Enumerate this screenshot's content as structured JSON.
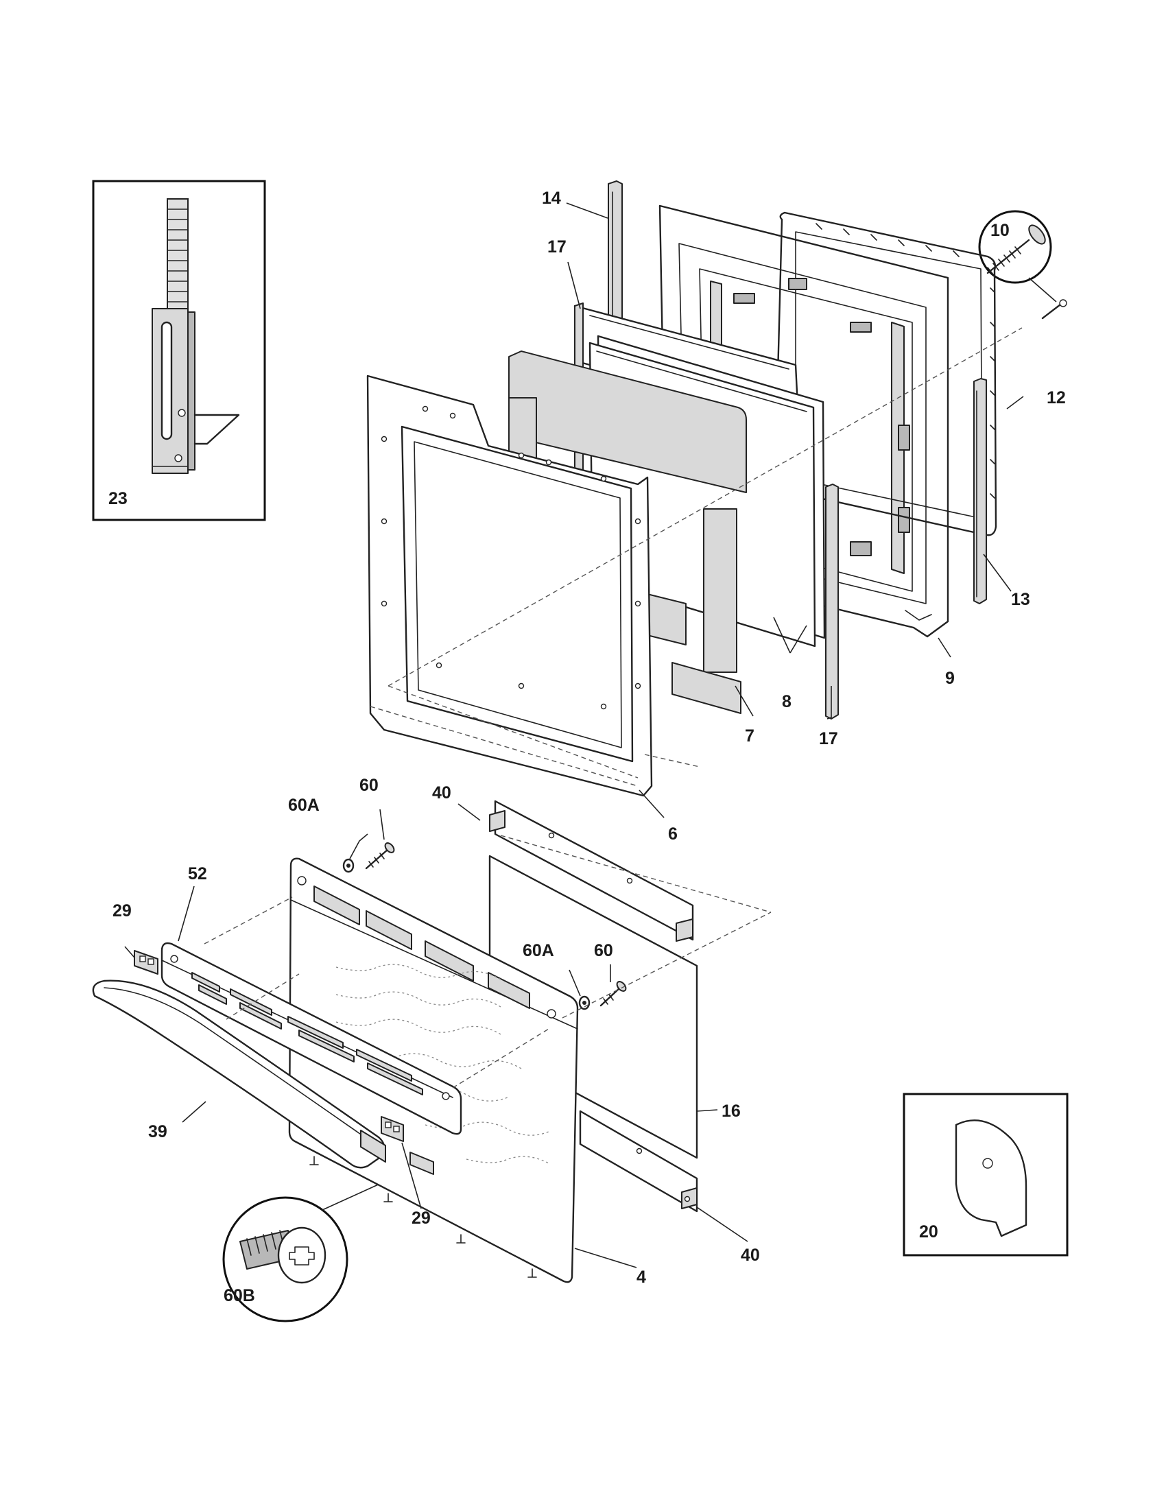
{
  "callouts": {
    "c4": "4",
    "c6": "6",
    "c7": "7",
    "c8": "8",
    "c9": "9",
    "c10": "10",
    "c12": "12",
    "c13": "13",
    "c14": "14",
    "c16": "16",
    "c17a": "17",
    "c17b": "17",
    "c20": "20",
    "c23": "23",
    "c29a": "29",
    "c29b": "29",
    "c39": "39",
    "c40a": "40",
    "c40b": "40",
    "c52": "52",
    "c60a": "60",
    "c60b": "60",
    "c60Aa": "60A",
    "c60Ab": "60A",
    "c60B": "60B"
  }
}
